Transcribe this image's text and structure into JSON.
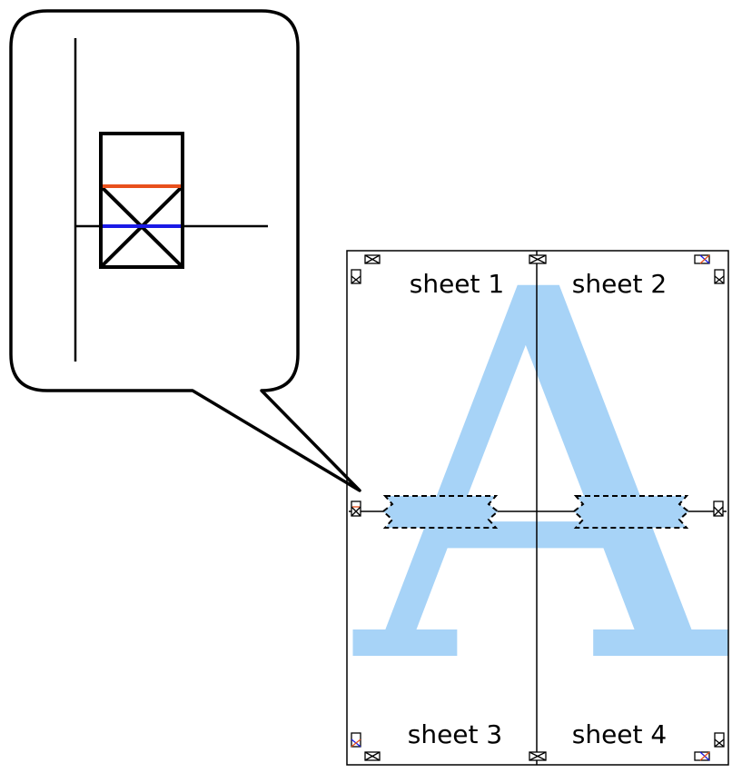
{
  "sheets": [
    {
      "label": "sheet 1"
    },
    {
      "label": "sheet 2"
    },
    {
      "label": "sheet 3"
    },
    {
      "label": "sheet 4"
    }
  ],
  "watermark": {
    "letter": "A",
    "color": "#a7d3f7"
  },
  "colors": {
    "outline": "#000000",
    "orange_line": "#e8501c",
    "blue_line": "#1a1ae6",
    "tape_fill": "#a7d3f7"
  },
  "icons": {
    "callout": "zoom-callout-icon",
    "registration_mark": "crossed-box-icon",
    "tape": "tape-strip-icon"
  }
}
